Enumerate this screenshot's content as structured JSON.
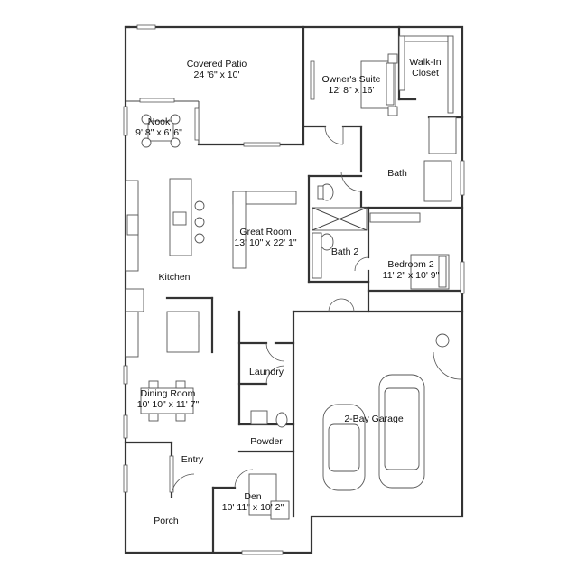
{
  "rooms": {
    "covered_patio": {
      "name": "Covered Patio",
      "dims": "24 '6\" x 10'"
    },
    "owners_suite": {
      "name": "Owner's Suite",
      "dims": "12' 8\" x 16'"
    },
    "walk_in_closet": {
      "line1": "Walk-In",
      "line2": "Closet"
    },
    "nook": {
      "name": "Nook",
      "dims": "9' 8\" x 6' 6\""
    },
    "bath": {
      "name": "Bath"
    },
    "great_room": {
      "name": "Great Room",
      "dims": "13' 10\" x 22' 1\""
    },
    "bath_2": {
      "name": "Bath 2"
    },
    "bedroom_2": {
      "name": "Bedroom 2",
      "dims": "11' 2\" x 10' 9\""
    },
    "kitchen": {
      "name": "Kitchen"
    },
    "laundry": {
      "name": "Laundry"
    },
    "dining_room": {
      "name": "Dining Room",
      "dims": "10' 10\" x 11' 7\""
    },
    "garage": {
      "name": "2-Bay Garage"
    },
    "powder": {
      "name": "Powder"
    },
    "entry": {
      "name": "Entry"
    },
    "den": {
      "name": "Den",
      "dims": "10' 11\" x 10' 2\""
    },
    "porch": {
      "name": "Porch"
    }
  }
}
